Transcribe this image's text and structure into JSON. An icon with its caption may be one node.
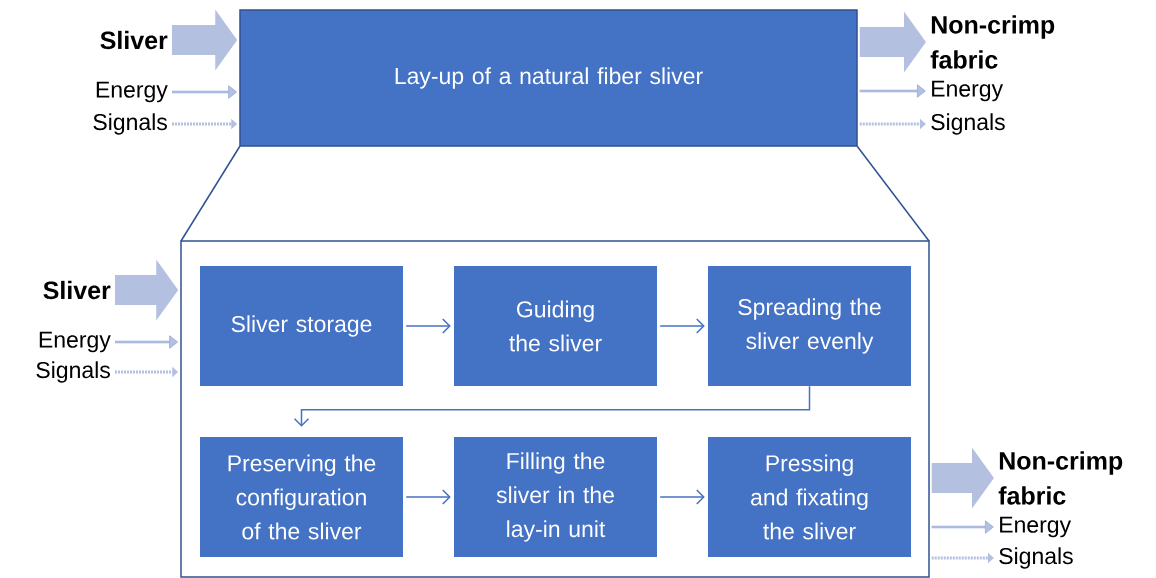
{
  "diagram": {
    "nodes": [
      {
        "text": [
          "Lay-up of a natural fiber sliver"
        ]
      },
      {
        "text": [],
        "shape": "box"
      },
      {
        "text": [
          "Sliver storage"
        ],
        "in": 1
      },
      {
        "text": [
          "Guiding the sliver"
        ],
        "in": 1
      },
      {
        "text": [
          "Spreading the sliver evenly"
        ],
        "in": 1
      },
      {
        "text": [
          "Preserving the configuration of the sliver"
        ],
        "in": 1
      },
      {
        "text": [
          "Filling the sliver in the lay-in unit"
        ],
        "in": 1
      },
      {
        "text": [
          "Pressing and fixating the sliver"
        ],
        "in": 1
      },
      {
        "text": [
          "Sliver"
        ]
      },
      {
        "text": [
          "Energy"
        ]
      },
      {
        "text": [
          "Signals"
        ]
      },
      {
        "text": [
          "Non-crimp fabric"
        ]
      },
      {
        "text": [
          "Energy"
        ]
      },
      {
        "text": [
          "Signals"
        ]
      },
      {
        "text": [
          "Sliver"
        ]
      },
      {
        "text": [
          "Energy"
        ]
      },
      {
        "text": [
          "Signals"
        ]
      },
      {
        "text": [
          "Non-crimp fabric"
        ]
      },
      {
        "text": [
          "Energy"
        ]
      },
      {
        "text": [
          "Signals"
        ]
      }
    ],
    "edges": [
      {
        "from": 8,
        "to": 0,
        "arrow": "to",
        "style": "thick"
      },
      {
        "from": 9,
        "to": 0,
        "arrow": "to"
      },
      {
        "from": 10,
        "to": 0,
        "arrow": "to",
        "style": "dashed"
      },
      {
        "from": 0,
        "to": 11,
        "arrow": "to",
        "style": "thick"
      },
      {
        "from": 0,
        "to": 12,
        "arrow": "to"
      },
      {
        "from": 0,
        "to": 13,
        "arrow": "to",
        "style": "dashed"
      },
      {
        "from": 2,
        "to": 3,
        "arrow": "to",
        "color": "#4472c4"
      },
      {
        "from": 3,
        "to": 4,
        "arrow": "to",
        "color": "#4472c4"
      },
      {
        "from": 4,
        "to": 5,
        "arrow": "to",
        "color": "#4472c4"
      },
      {
        "from": 5,
        "to": 6,
        "arrow": "to",
        "color": "#4472c4"
      },
      {
        "from": 6,
        "to": 7,
        "arrow": "to",
        "color": "#4472c4"
      },
      {
        "from": 14,
        "to": 1,
        "arrow": "to",
        "style": "thick"
      },
      {
        "from": 15,
        "to": 1,
        "arrow": "to"
      },
      {
        "from": 16,
        "to": 1,
        "arrow": "to",
        "style": "dashed"
      },
      {
        "from": 1,
        "to": 17,
        "arrow": "to",
        "style": "thick"
      },
      {
        "from": 1,
        "to": 18,
        "arrow": "to"
      },
      {
        "from": 1,
        "to": 19,
        "arrow": "to",
        "style": "dashed"
      }
    ]
  }
}
